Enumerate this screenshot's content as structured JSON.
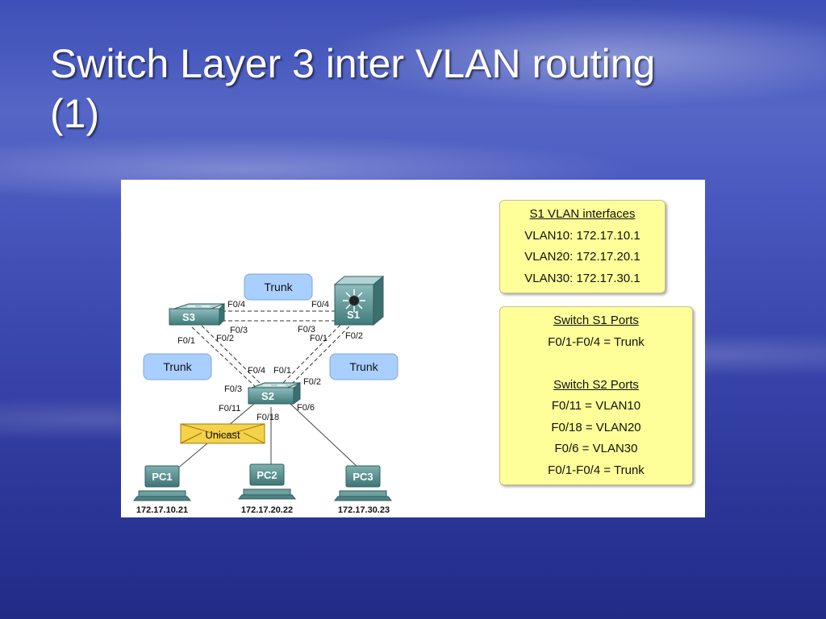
{
  "slide": {
    "title_line1": "Switch Layer 3 inter VLAN routing",
    "title_line2": "(1)"
  },
  "diagram": {
    "trunk_labels": [
      "Trunk",
      "Trunk",
      "Trunk"
    ],
    "devices": {
      "s1": "S1",
      "s2": "S2",
      "s3": "S3",
      "pc1": "PC1",
      "pc2": "PC2",
      "pc3": "PC3"
    },
    "ports": {
      "s3_f04": "F0/4",
      "s3_f03": "F0/3",
      "s3_f02": "F0/2",
      "s3_f01": "F0/1",
      "s1_f04": "F0/4",
      "s1_f03": "F0/3",
      "s1_f01": "F0/1",
      "s1_f02": "F0/2",
      "s2_f04": "F0/4",
      "s2_f01": "F0/1",
      "s2_f03": "F0/3",
      "s2_f02": "F0/2",
      "s2_f011": "F0/11",
      "s2_f018": "F0/18",
      "s2_f06": "F0/6"
    },
    "unicast": "Unicast",
    "pc_ips": {
      "pc1": "172.17.10.21",
      "pc2": "172.17.20.22",
      "pc3": "172.17.30.23"
    },
    "colors": {
      "switch": "#4f8f8c",
      "trunk_box": "#a9cfff",
      "envelope": "#f4d24a",
      "pc": "#5f8f90"
    }
  },
  "s1_vlan_box": {
    "heading": "S1 VLAN interfaces",
    "lines": [
      "VLAN10: 172.17.10.1",
      "VLAN20: 172.17.20.1",
      "VLAN30: 172.17.30.1"
    ]
  },
  "ports_box": {
    "s1_heading": "Switch S1 Ports",
    "s1_lines": [
      "F0/1-F0/4 = Trunk"
    ],
    "s2_heading": "Switch S2 Ports",
    "s2_lines": [
      "F0/11 = VLAN10",
      "F0/18 = VLAN20",
      "F0/6 = VLAN30",
      "F0/1-F0/4 = Trunk"
    ]
  }
}
